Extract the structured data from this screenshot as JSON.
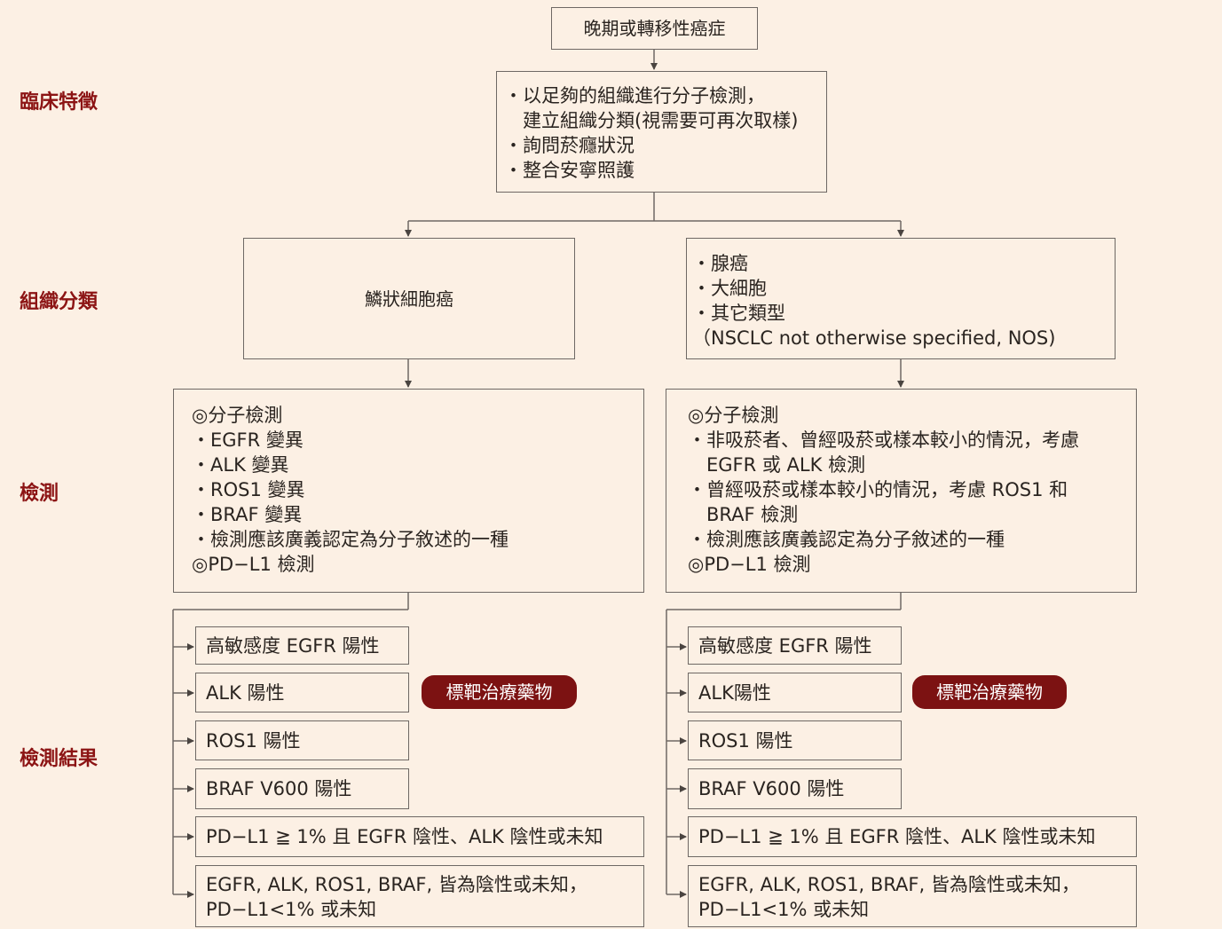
{
  "labels": {
    "clinical": "臨床特徵",
    "histology": "組織分類",
    "testing": "檢測",
    "results": "檢測結果"
  },
  "top": {
    "title": "晚期或轉移性癌症",
    "clinical_lines": [
      "・以足夠的組織進行分子檢測，",
      "　建立組織分類(視需要可再次取樣)",
      "・詢問菸癮狀況",
      "・整合安寧照護"
    ]
  },
  "left": {
    "histology": "鱗狀細胞癌",
    "testing_lines": [
      "◎分子檢測",
      "・EGFR 變異",
      "・ALK 變異",
      "・ROS1 變異",
      "・BRAF 變異",
      "・檢測應該廣義認定為分子敘述的一種",
      "◎PD−L1 檢測"
    ],
    "results": [
      "高敏感度 EGFR 陽性",
      "ALK 陽性",
      "ROS1 陽性",
      "BRAF V600 陽性",
      "PD−L1 ≧ 1% 且 EGFR 陰性、ALK 陰性或未知"
    ],
    "last_result_lines": [
      "EGFR, ALK, ROS1, BRAF, 皆為陰性或未知，",
      "PD−L1<1% 或未知"
    ],
    "pill": "標靶治療藥物"
  },
  "right": {
    "histology_lines": [
      "・腺癌",
      "・大細胞",
      "・其它類型",
      "（NSCLC not otherwise specified, NOS)"
    ],
    "testing_lines": [
      "◎分子檢測",
      "・非吸菸者、曾經吸菸或樣本較小的情況，考慮",
      "　EGFR 或 ALK 檢測",
      "・曾經吸菸或樣本較小的情況，考慮 ROS1 和",
      "　BRAF 檢測",
      "・檢測應該廣義認定為分子敘述的一種",
      "◎PD−L1 檢測"
    ],
    "results": [
      "高敏感度 EGFR 陽性",
      "ALK陽性",
      "ROS1 陽性",
      "BRAF V600 陽性",
      "PD−L1 ≧ 1% 且 EGFR 陰性、ALK 陰性或未知"
    ],
    "last_result_lines": [
      "EGFR, ALK, ROS1, BRAF, 皆為陰性或未知，",
      "PD−L1<1% 或未知"
    ],
    "pill": "標靶治療藥物"
  },
  "colors": {
    "background": "#fcf0e4",
    "accent": "#8c1414",
    "pill": "#7c1212",
    "border": "#6e6864"
  }
}
